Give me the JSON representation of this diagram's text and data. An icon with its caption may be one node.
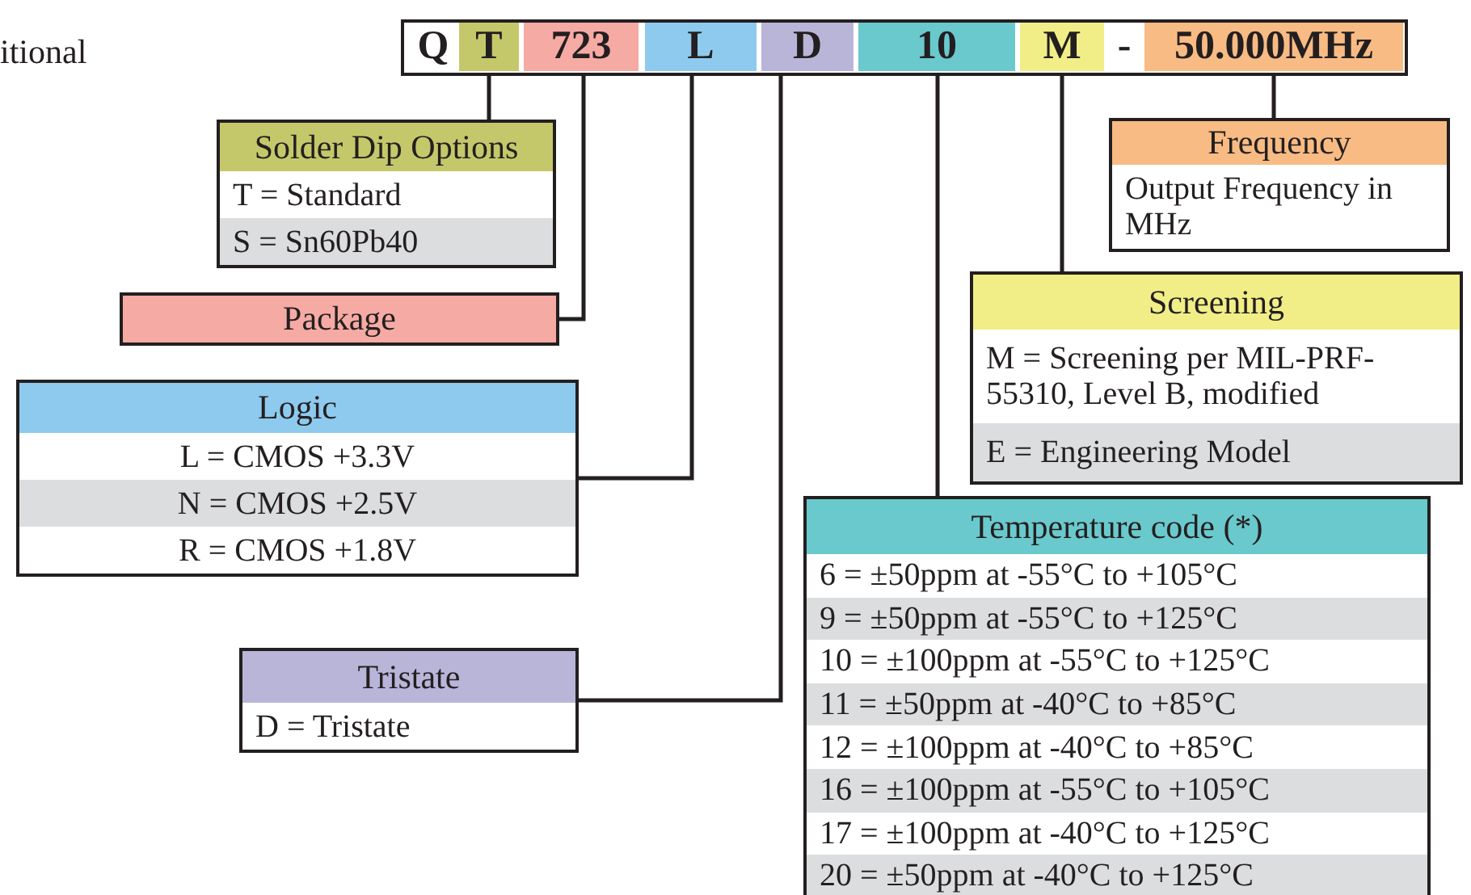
{
  "diagram": {
    "nodes": [
      {
        "text": [],
        "shape": "bar"
      },
      {
        "text": [
          "Q"
        ],
        "in": 0
      },
      {
        "text": [
          "T"
        ],
        "in": 0
      },
      {
        "text": [
          "723"
        ],
        "in": 0
      },
      {
        "text": [
          "L"
        ],
        "in": 0
      },
      {
        "text": [
          "D"
        ],
        "in": 0
      },
      {
        "text": [
          "10"
        ],
        "in": 0
      },
      {
        "text": [
          "M"
        ],
        "in": 0
      },
      {
        "text": [
          "-"
        ],
        "in": 0
      },
      {
        "text": [
          "50.000MHz"
        ],
        "in": 0
      },
      {
        "text": [
          "Solder Dip Options",
          "T = Standard",
          "S = Sn60Pb40"
        ]
      },
      {
        "text": [
          "Package"
        ]
      },
      {
        "text": [
          "Logic",
          "L = CMOS +3.3V",
          "N = CMOS +2.5V",
          "R = CMOS +1.8V"
        ]
      },
      {
        "text": [
          "Tristate",
          "D = Tristate"
        ]
      },
      {
        "text": [
          "Frequency",
          "Output Frequency in MHz"
        ]
      },
      {
        "text": [
          "Screening",
          "M = Screening per MIL-PRF-55310, Level B, modified",
          "E = Engineering Model"
        ]
      },
      {
        "text": [
          "Temperature code (*)",
          "6 = ±50ppm at -55°C to +105°C",
          "9 = ±50ppm at -55°C to +125°C",
          "10 = ±100ppm at -55°C to +125°C",
          "11 = ±50ppm at -40°C to +85°C",
          "12 = ±100ppm at -40°C to +85°C",
          "16 = ±100ppm at -55°C to +105°C",
          "17 = ±100ppm at -40°C to +125°C",
          "20 = ±50ppm at -40°C to +125°C"
        ]
      }
    ],
    "edges": [
      {
        "from": 2,
        "to": 10,
        "arrow": "none"
      },
      {
        "from": 3,
        "to": 11,
        "arrow": "none"
      },
      {
        "from": 4,
        "to": 12,
        "arrow": "none"
      },
      {
        "from": 5,
        "to": 13,
        "arrow": "none"
      },
      {
        "from": 6,
        "to": 16,
        "arrow": "none"
      },
      {
        "from": 7,
        "to": 15,
        "arrow": "none"
      },
      {
        "from": 9,
        "to": 14,
        "arrow": "none"
      }
    ],
    "labels": [
      "itional"
    ]
  }
}
